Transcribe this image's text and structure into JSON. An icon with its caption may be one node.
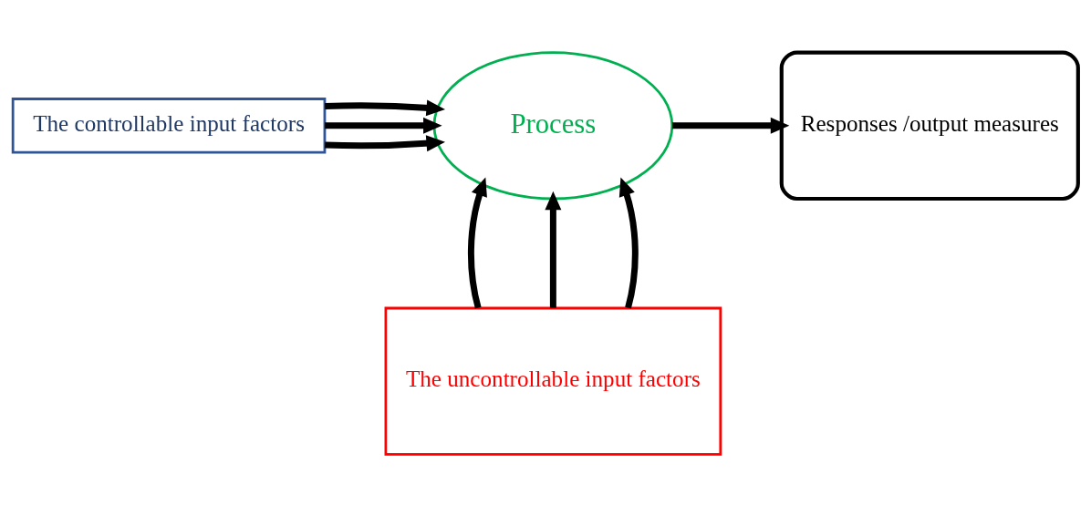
{
  "diagram": {
    "nodes": [
      {
        "text": [
          "The controllable input factors"
        ]
      },
      {
        "text": [
          "Process"
        ]
      },
      {
        "text": [
          "Responses /output measures"
        ]
      },
      {
        "text": [
          "The uncontrollable input factors"
        ]
      }
    ],
    "edges": [
      {
        "from": 0,
        "to": 1,
        "arrow": "to"
      },
      {
        "from": 0,
        "to": 1,
        "arrow": "to"
      },
      {
        "from": 0,
        "to": 1,
        "arrow": "to"
      },
      {
        "from": 1,
        "to": 2,
        "arrow": "to"
      },
      {
        "from": 3,
        "to": 1,
        "arrow": "to"
      },
      {
        "from": 3,
        "to": 1,
        "arrow": "to"
      },
      {
        "from": 3,
        "to": 1,
        "arrow": "to"
      }
    ]
  }
}
